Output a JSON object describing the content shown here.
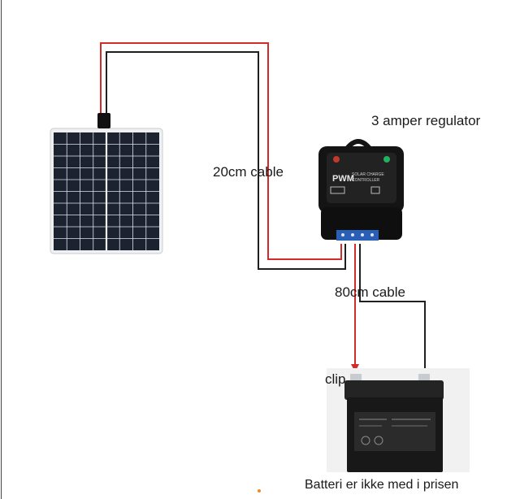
{
  "labels": {
    "regulator": "3 amper regulator",
    "cable_20cm": "20cm cable",
    "cable_80cm": "80cm cable",
    "clip": "clip",
    "battery_note": "Batteri er ikke med i prisen"
  },
  "controller": {
    "mode": "PWM",
    "subtitle_line1": "SOLAR CHARGE",
    "subtitle_line2": "CONTROLLER"
  },
  "colors": {
    "positive_wire": "#d42a2a",
    "negative_wire": "#1f1f1f",
    "panel_cells": "#1c2230",
    "panel_frame": "#e9ecef",
    "controller_body": "#141414",
    "terminal_block": "#2a5fb8",
    "battery_body": "#181818"
  }
}
